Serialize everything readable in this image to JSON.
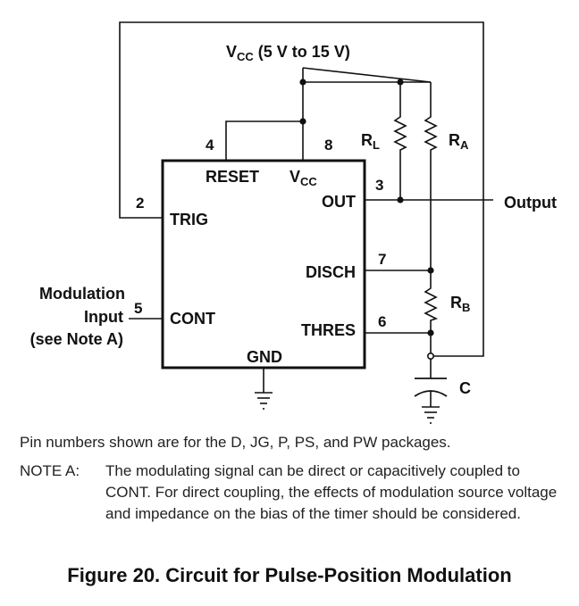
{
  "diagram": {
    "vcc_supply": {
      "main": "V",
      "sub": "CC",
      "rest": " (5 V to 15 V)"
    },
    "chip": {
      "pin_labels": {
        "reset": "RESET",
        "vcc": {
          "main": "V",
          "sub": "CC"
        },
        "out": "OUT",
        "trig": "TRIG",
        "disch": "DISCH",
        "cont": "CONT",
        "thres": "THRES",
        "gnd": "GND"
      }
    },
    "pin_numbers": {
      "reset": "4",
      "vcc": "8",
      "out": "3",
      "trig": "2",
      "disch": "7",
      "cont": "5",
      "thres": "6"
    },
    "components": {
      "rl": {
        "main": "R",
        "sub": "L"
      },
      "ra": {
        "main": "R",
        "sub": "A"
      },
      "rb": {
        "main": "R",
        "sub": "B"
      },
      "c": "C"
    },
    "output_label": "Output",
    "modulation_input": [
      "Modulation",
      "Input",
      "(see Note A)"
    ]
  },
  "notes": {
    "pin_note": "Pin numbers shown are for the D, JG, P, PS, and PW packages.",
    "note_a_label": "NOTE A:",
    "note_a_text": "The modulating signal can be direct or capacitively coupled to CONT. For direct coupling, the effects of modulation source voltage and impedance on the bias of the timer should be considered."
  },
  "caption": "Figure 20.  Circuit for Pulse-Position Modulation"
}
